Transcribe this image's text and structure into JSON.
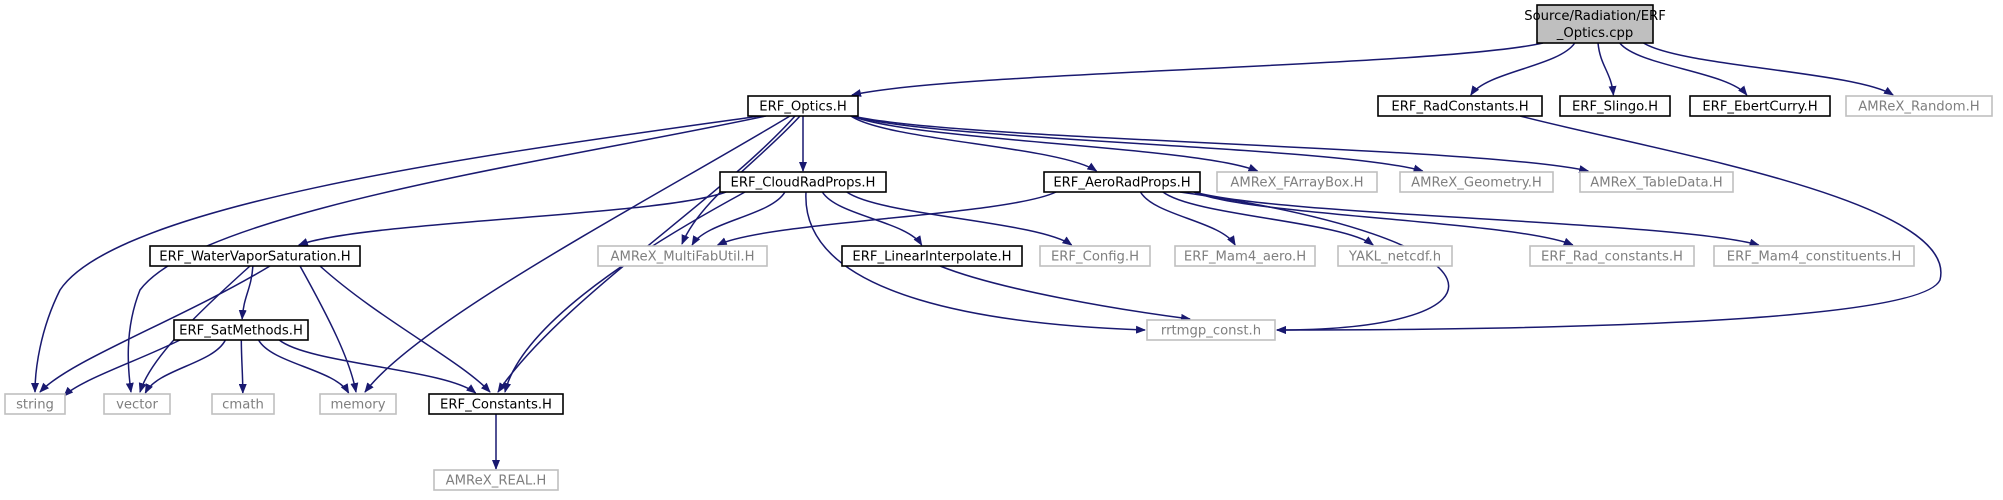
{
  "colors": {
    "edge": "#191970",
    "root_fill": "#bfbfbf",
    "root_border": "#000000",
    "doc_border": "#000000",
    "ext_border": "#bfbfbf",
    "doc_text": "#000000",
    "ext_text": "#7f7f7f",
    "background": "#ffffff"
  },
  "nodes": [
    {
      "id": "root",
      "kind": "root",
      "lines": [
        "Source/Radiation/ERF",
        "_Optics.cpp"
      ]
    },
    {
      "id": "optics",
      "kind": "doc",
      "lines": [
        "ERF_Optics.H"
      ]
    },
    {
      "id": "radconst",
      "kind": "doc",
      "lines": [
        "ERF_RadConstants.H"
      ]
    },
    {
      "id": "slingo",
      "kind": "doc",
      "lines": [
        "ERF_Slingo.H"
      ]
    },
    {
      "id": "ebert",
      "kind": "doc",
      "lines": [
        "ERF_EbertCurry.H"
      ]
    },
    {
      "id": "random",
      "kind": "ext",
      "lines": [
        "AMReX_Random.H"
      ]
    },
    {
      "id": "cloud",
      "kind": "doc",
      "lines": [
        "ERF_CloudRadProps.H"
      ]
    },
    {
      "id": "aero",
      "kind": "doc",
      "lines": [
        "ERF_AeroRadProps.H"
      ]
    },
    {
      "id": "farray",
      "kind": "ext",
      "lines": [
        "AMReX_FArrayBox.H"
      ]
    },
    {
      "id": "geometry",
      "kind": "ext",
      "lines": [
        "AMReX_Geometry.H"
      ]
    },
    {
      "id": "tabledata",
      "kind": "ext",
      "lines": [
        "AMReX_TableData.H"
      ]
    },
    {
      "id": "watervap",
      "kind": "doc",
      "lines": [
        "ERF_WaterVaporSaturation.H"
      ]
    },
    {
      "id": "multifab",
      "kind": "ext",
      "lines": [
        "AMReX_MultiFabUtil.H"
      ]
    },
    {
      "id": "linint",
      "kind": "doc",
      "lines": [
        "ERF_LinearInterpolate.H"
      ]
    },
    {
      "id": "config",
      "kind": "ext",
      "lines": [
        "ERF_Config.H"
      ]
    },
    {
      "id": "mam4aero",
      "kind": "ext",
      "lines": [
        "ERF_Mam4_aero.H"
      ]
    },
    {
      "id": "yakl",
      "kind": "ext",
      "lines": [
        "YAKL_netcdf.h"
      ]
    },
    {
      "id": "radconsts",
      "kind": "ext",
      "lines": [
        "ERF_Rad_constants.H"
      ]
    },
    {
      "id": "mam4const",
      "kind": "ext",
      "lines": [
        "ERF_Mam4_constituents.H"
      ]
    },
    {
      "id": "satmethods",
      "kind": "doc",
      "lines": [
        "ERF_SatMethods.H"
      ]
    },
    {
      "id": "rrtmgp",
      "kind": "ext",
      "lines": [
        "rrtmgp_const.h"
      ]
    },
    {
      "id": "string",
      "kind": "ext",
      "lines": [
        "string"
      ]
    },
    {
      "id": "vector",
      "kind": "ext",
      "lines": [
        "vector"
      ]
    },
    {
      "id": "cmath",
      "kind": "ext",
      "lines": [
        "cmath"
      ]
    },
    {
      "id": "memory",
      "kind": "ext",
      "lines": [
        "memory"
      ]
    },
    {
      "id": "constants",
      "kind": "doc",
      "lines": [
        "ERF_Constants.H"
      ]
    },
    {
      "id": "real",
      "kind": "ext",
      "lines": [
        "AMReX_REAL.H"
      ]
    }
  ],
  "edges": [
    {
      "from": "root",
      "to": "optics"
    },
    {
      "from": "root",
      "to": "radconst"
    },
    {
      "from": "root",
      "to": "slingo"
    },
    {
      "from": "root",
      "to": "ebert"
    },
    {
      "from": "root",
      "to": "random"
    },
    {
      "from": "optics",
      "to": "cloud"
    },
    {
      "from": "optics",
      "to": "aero"
    },
    {
      "from": "optics",
      "to": "farray"
    },
    {
      "from": "optics",
      "to": "geometry"
    },
    {
      "from": "optics",
      "to": "tabledata"
    },
    {
      "from": "optics",
      "to": "multifab"
    },
    {
      "from": "optics",
      "to": "string"
    },
    {
      "from": "optics",
      "to": "vector"
    },
    {
      "from": "optics",
      "to": "memory"
    },
    {
      "from": "optics",
      "to": "constants"
    },
    {
      "from": "radconst",
      "to": "rrtmgp"
    },
    {
      "from": "cloud",
      "to": "watervap"
    },
    {
      "from": "cloud",
      "to": "multifab"
    },
    {
      "from": "cloud",
      "to": "linint"
    },
    {
      "from": "cloud",
      "to": "config"
    },
    {
      "from": "cloud",
      "to": "rrtmgp"
    },
    {
      "from": "cloud",
      "to": "constants"
    },
    {
      "from": "aero",
      "to": "multifab"
    },
    {
      "from": "aero",
      "to": "mam4aero"
    },
    {
      "from": "aero",
      "to": "yakl"
    },
    {
      "from": "aero",
      "to": "radconsts"
    },
    {
      "from": "aero",
      "to": "mam4const"
    },
    {
      "from": "aero",
      "to": "rrtmgp"
    },
    {
      "from": "watervap",
      "to": "satmethods"
    },
    {
      "from": "watervap",
      "to": "string"
    },
    {
      "from": "watervap",
      "to": "vector"
    },
    {
      "from": "watervap",
      "to": "memory"
    },
    {
      "from": "watervap",
      "to": "constants"
    },
    {
      "from": "linint",
      "to": "rrtmgp"
    },
    {
      "from": "satmethods",
      "to": "string"
    },
    {
      "from": "satmethods",
      "to": "vector"
    },
    {
      "from": "satmethods",
      "to": "cmath"
    },
    {
      "from": "satmethods",
      "to": "memory"
    },
    {
      "from": "satmethods",
      "to": "constants"
    },
    {
      "from": "constants",
      "to": "real"
    }
  ]
}
